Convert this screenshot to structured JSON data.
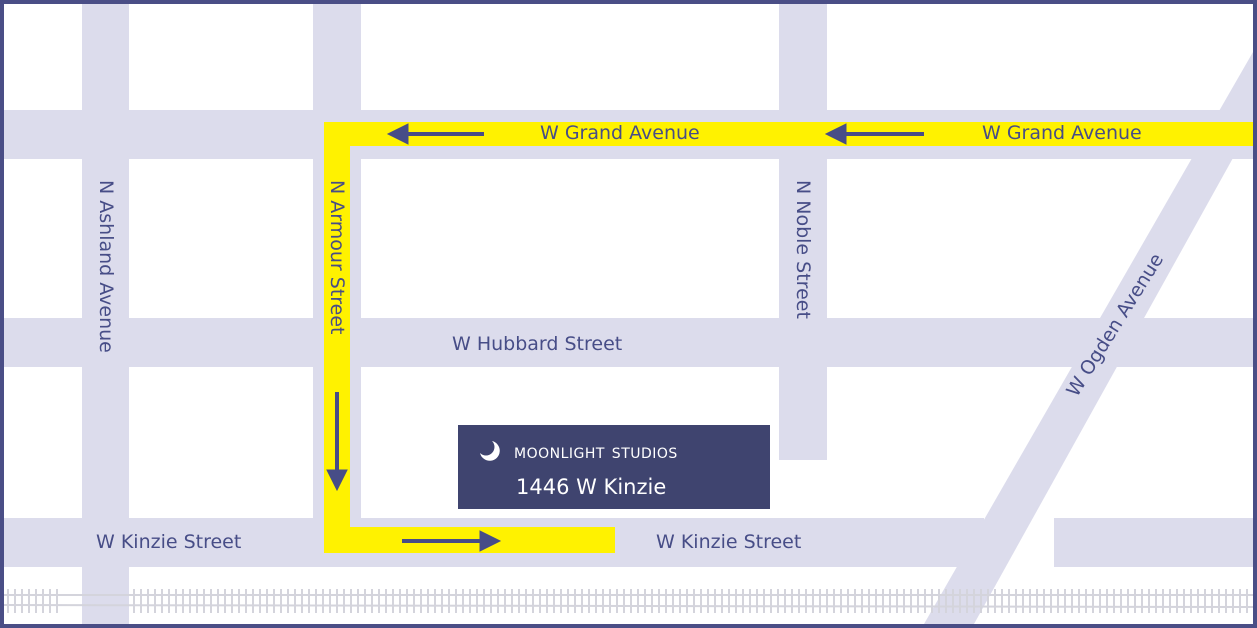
{
  "map": {
    "streets": {
      "grand_left": "W Grand Avenue",
      "grand_right": "W Grand Avenue",
      "ashland": "N Ashland Avenue",
      "armour": "N Armour Street",
      "noble": "N Noble Street",
      "hubbard": "W Hubbard Street",
      "ogden": "W Ogden Avenue",
      "kinzie_left": "W Kinzie Street",
      "kinzie_right": "W Kinzie Street"
    },
    "destination": {
      "name": "MOONLIGHT STUDIOS",
      "address": "1446 W Kinzie"
    },
    "colors": {
      "road": "#dcdcec",
      "route": "#fff200",
      "arrow": "#474d87",
      "frame": "#4a4e86",
      "card": "#3f446f"
    }
  }
}
